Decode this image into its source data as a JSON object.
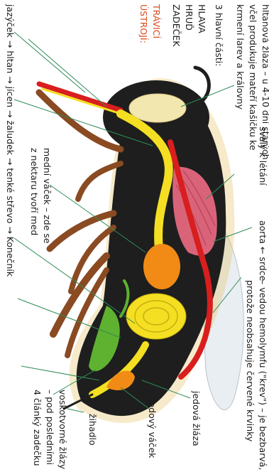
{
  "labels": {
    "hltanova_1": "hltanová žláza – u 4-10 dní starých",
    "hltanova_2": "včel produkuje mateří kašičku ke",
    "hltanova_3": "krmení larev a královny",
    "parts_title": "3 hlavní části:",
    "hlava": "HLAVA",
    "hrud": "HRUĎ",
    "zadecek": "ZADEČEK",
    "travici_1": "TRÁVICÍ",
    "travici_2": "ÚSTROJÍ:",
    "digest_chain": "jazýček → hltan → jícen → žaludek → tenké střevo → Konečník",
    "medni_1": "mední váček – zde se",
    "medni_2": "z nektaru tvoří med",
    "svaly": "svaly k létání",
    "aorta_srdce": "aorta ← srdce",
    "hemo_1": "– vedou hemolymfu (\"krev\") – je bezbarvá,",
    "hemo_2": "protože neobsahuje červené krvinky",
    "jedova_zlaza": "jedová žláza",
    "jedovy_vacek": "jedový váček",
    "zihadlo": "žihadlo",
    "voskotvorne_1": "voskotvorné žlázy",
    "voskotvorne_2": "– pod posledními",
    "voskotvorne_3": "4 článký zadečku"
  },
  "colors": {
    "label_text": "#1a1a1a",
    "travici": "#d94a1c",
    "body_dark": "#1e1e1e",
    "leg_brown": "#8a4a22",
    "digestive_yellow": "#f4df22",
    "honey_sac_orange": "#f18b16",
    "heart_red": "#d81e1e",
    "muscle_pink": "#d9647a",
    "wax_green": "#5fb230",
    "wing": "#e9eef2"
  }
}
